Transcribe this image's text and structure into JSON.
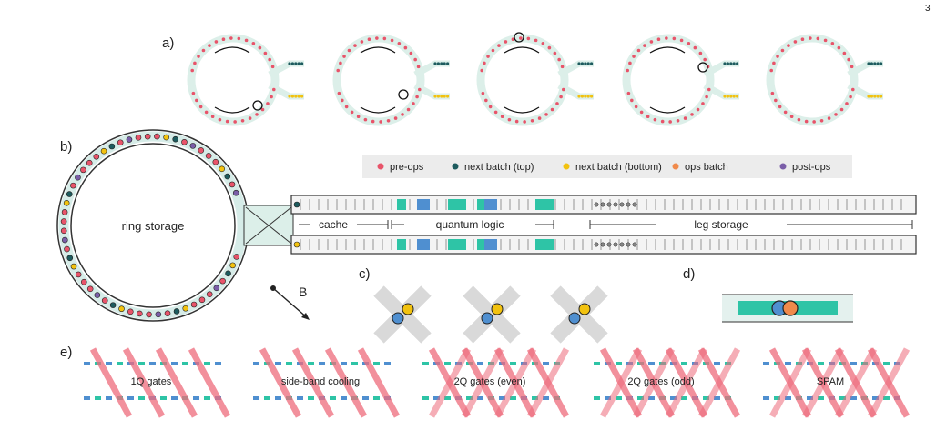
{
  "page_number": "3",
  "panels": {
    "a": "a)",
    "b": "b)",
    "c": "c)",
    "d": "d)",
    "e": "e)"
  },
  "legend": [
    {
      "label": "pre-ops",
      "color": "#e8546a"
    },
    {
      "label": "next batch (top)",
      "color": "#1d5b5e"
    },
    {
      "label": "next batch (bottom)",
      "color": "#f2c20f"
    },
    {
      "label": "ops batch",
      "color": "#f08a4b"
    },
    {
      "label": "post-ops",
      "color": "#7a5ea8"
    }
  ],
  "ring_label": "ring storage",
  "sections": {
    "cache": "cache",
    "quantum_logic": "quantum logic",
    "leg_storage": "leg storage"
  },
  "field_label": "B",
  "gates": [
    "1Q gates",
    "side-band cooling",
    "2Q gates (even)",
    "2Q gates (odd)",
    "SPAM"
  ],
  "colors": {
    "track": "#dcefe9",
    "teal": "#2ec4a6",
    "blue": "#4f8fd0",
    "laser": "#ee6b7c",
    "grey_cross": "#d9d9d9"
  }
}
